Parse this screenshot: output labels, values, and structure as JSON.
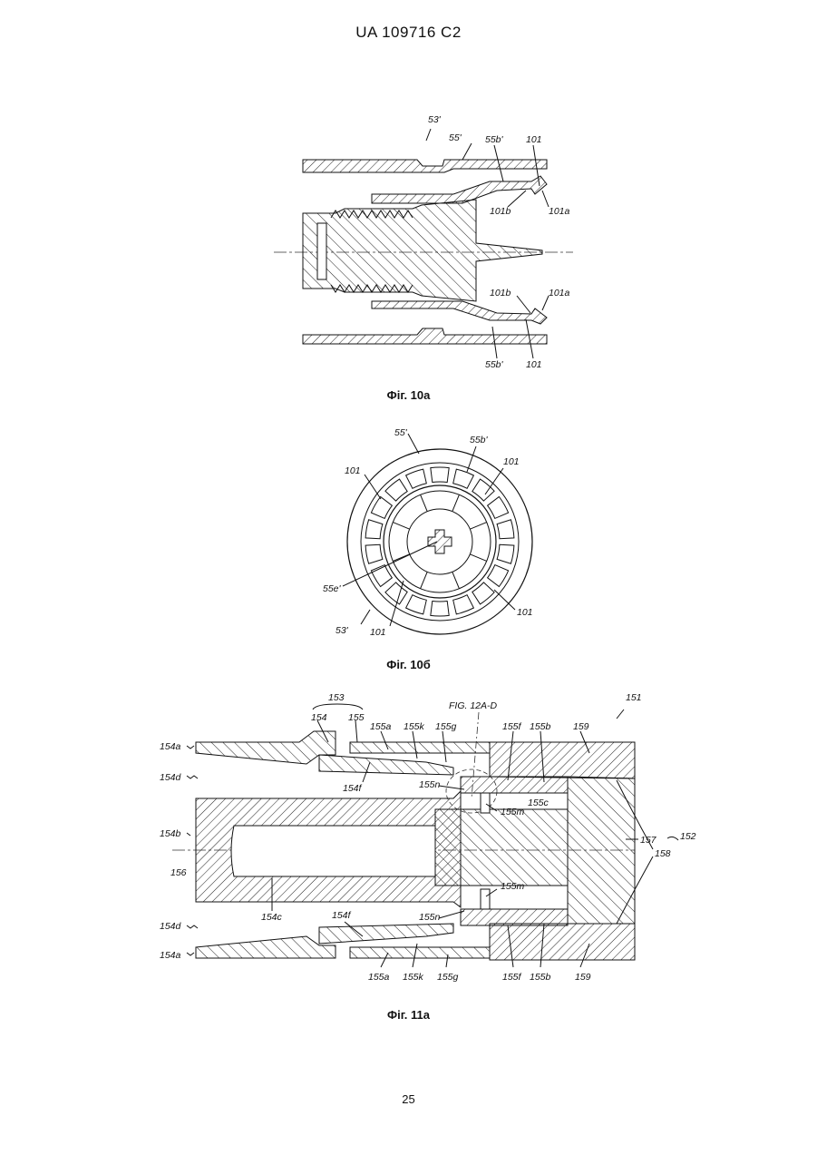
{
  "header": {
    "doc_id": "UA   109716   C2"
  },
  "figures": {
    "fig10a": {
      "caption": "Фiг. 10а",
      "labels": {
        "l53": "53'",
        "l55": "55'",
        "l55b_top": "55b'",
        "l101_top": "101",
        "l101b_top": "101b",
        "l101a_top": "101a",
        "l101b_bot": "101b",
        "l101a_bot": "101a",
        "l55b_bot": "55b'",
        "l101_bot": "101"
      }
    },
    "fig10b": {
      "caption": "Фiг. 10б",
      "labels": {
        "l55": "55'",
        "l55b": "55b'",
        "l101_tl": "101",
        "l101_tr": "101",
        "l55e": "55e'",
        "l53": "53'",
        "l101_bl": "101",
        "l101_br": "101"
      }
    },
    "fig11a": {
      "caption": "Фiг. 11а",
      "labels": {
        "l153": "153",
        "l154": "154",
        "l155": "155",
        "l155a_top": "155a",
        "l155k_top": "155k",
        "l155g_top": "155g",
        "lfig12": "FIG. 12A-D",
        "l155f_top": "155f",
        "l155b_top": "155b",
        "l159_top": "159",
        "l151": "151",
        "l154a_top": "154a",
        "l154d_top": "154d",
        "l154f_top": "154f",
        "l155n_top": "155n",
        "l155m_top": "155m",
        "l155c": "155c",
        "l154b": "154b",
        "l156": "156",
        "l157": "157",
        "l152": "152",
        "l158": "158",
        "l155m_bot": "155m",
        "l154c": "154c",
        "l154f_bot": "154f",
        "l155n_bot": "155n",
        "l154d_bot": "154d",
        "l154a_bot": "154a",
        "l155a_bot": "155a",
        "l155k_bot": "155k",
        "l155g_bot": "155g",
        "l155f_bot": "155f",
        "l155b_bot": "155b",
        "l159_bot": "159"
      }
    }
  },
  "page_number": "25"
}
